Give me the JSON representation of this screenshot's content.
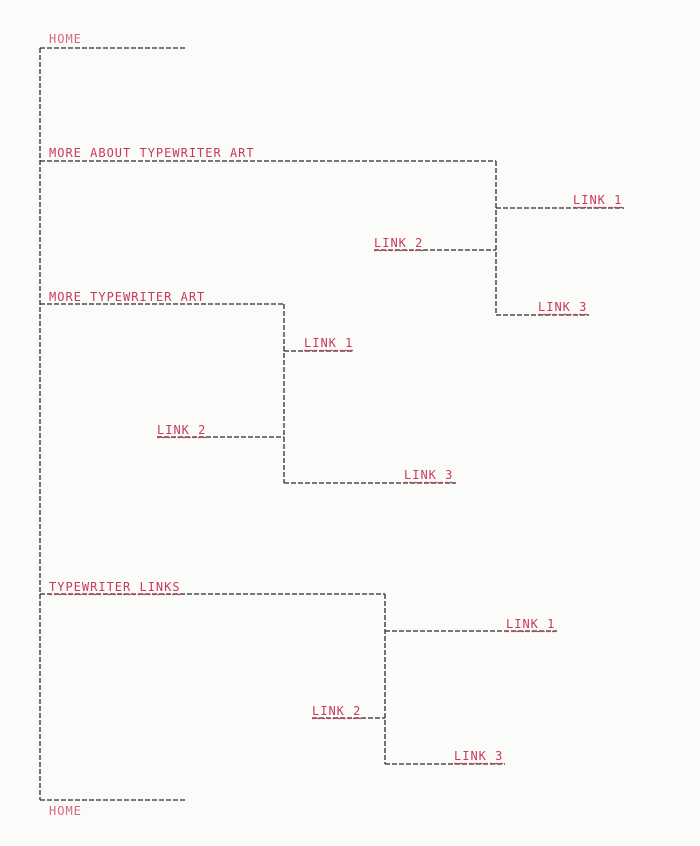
{
  "colors": {
    "link_text": "#c8395d",
    "dashed_line": "#2b2b2b",
    "paper": "#fbfbfa"
  },
  "nav": {
    "home_top": "HOME",
    "home_bottom": "HOME",
    "sections": [
      {
        "title": "MORE ABOUT TYPEWRITER ART",
        "links": [
          "LINK 1",
          "LINK 2",
          "LINK 3"
        ]
      },
      {
        "title": "MORE TYPEWRITER ART",
        "links": [
          "LINK 1",
          "LINK 2",
          "LINK 3"
        ]
      },
      {
        "title": "TYPEWRITER LINKS",
        "links": [
          "LINK 1",
          "LINK 2",
          "LINK 3"
        ]
      }
    ]
  }
}
